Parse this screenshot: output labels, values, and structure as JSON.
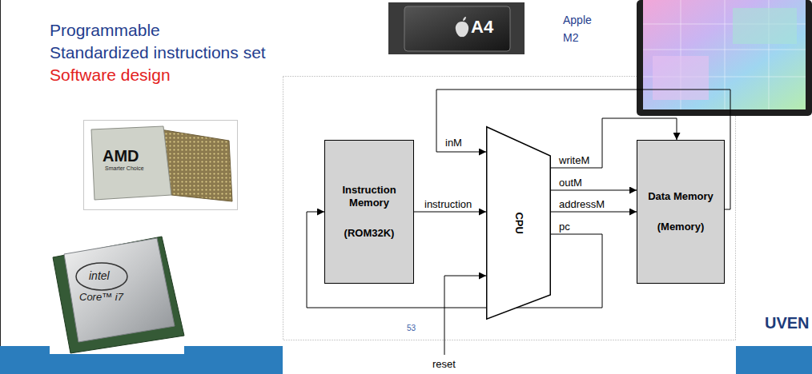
{
  "diagram": {
    "nodes": [
      {
        "text": [
          "Instruction Memory",
          "(ROM32K)"
        ]
      },
      {
        "text": [
          "CPU"
        ]
      },
      {
        "text": [
          "Data Memory",
          "(Memory)"
        ]
      }
    ],
    "edges": [
      {
        "from": 2,
        "to": 1,
        "label": "inM",
        "arrow": "to"
      },
      {
        "from": 0,
        "to": 1,
        "label": "instruction",
        "arrow": "to"
      },
      {
        "from": 1,
        "to": 2,
        "label": "writeM",
        "arrow": "to"
      },
      {
        "from": 1,
        "to": 2,
        "label": "outM",
        "arrow": "to"
      },
      {
        "from": 1,
        "to": 2,
        "label": "addressM",
        "arrow": "to"
      },
      {
        "from": 1,
        "to": 0,
        "label": "pc",
        "arrow": "to"
      }
    ],
    "labels": [
      "Programmable",
      "Standardized instructions set",
      "Software design",
      "A4",
      "Apple M2",
      "AMD",
      "Smarter Choice",
      "intel",
      "Core™ i7",
      "53",
      "reset",
      "UVEN"
    ]
  }
}
